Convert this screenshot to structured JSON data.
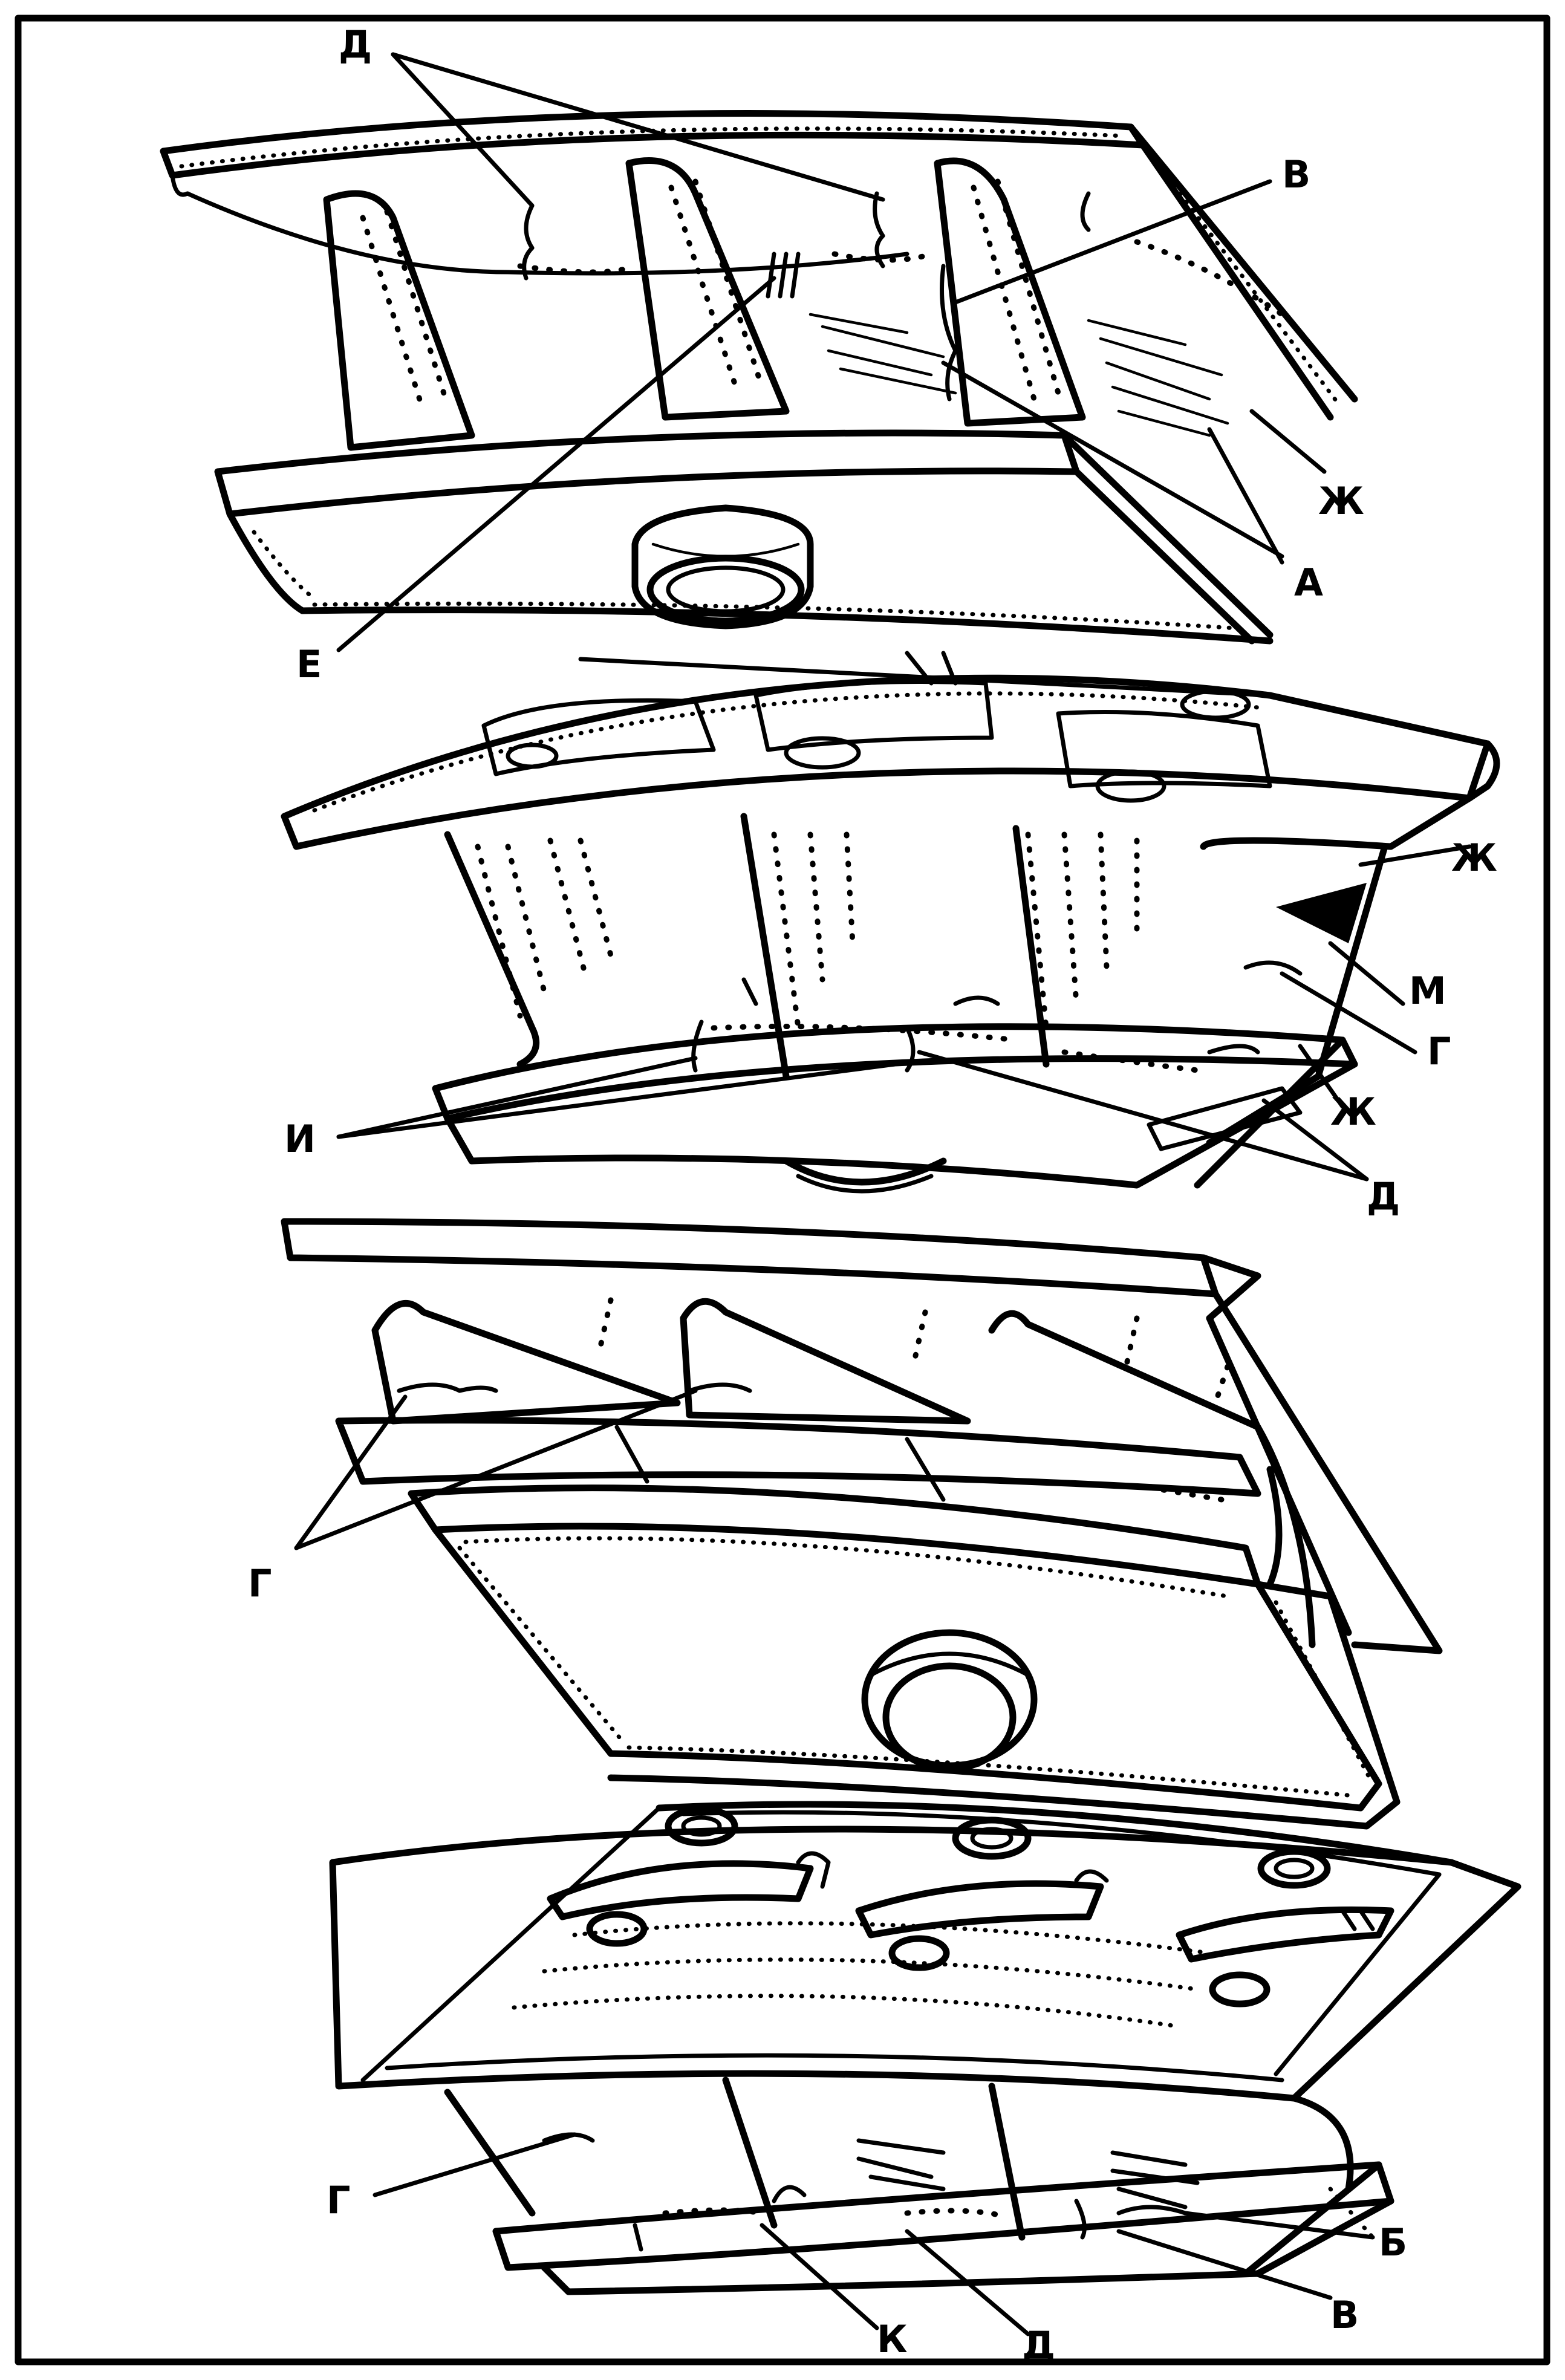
{
  "figure": {
    "labels": {
      "d_top": "Д",
      "v_top": "В",
      "zh_top": "Ж",
      "a_top": "А",
      "e_top": "Е",
      "zh_mid": "Ж",
      "m_mid": "М",
      "g_mid": "Г",
      "zh_mid2": "Ж",
      "i_mid": "И",
      "d_mid": "Д",
      "g_third": "Г",
      "g_bottom": "Г",
      "b_bottom": "Б",
      "v_bottom": "В",
      "k_bottom": "К",
      "d_bottom": "Д"
    }
  }
}
